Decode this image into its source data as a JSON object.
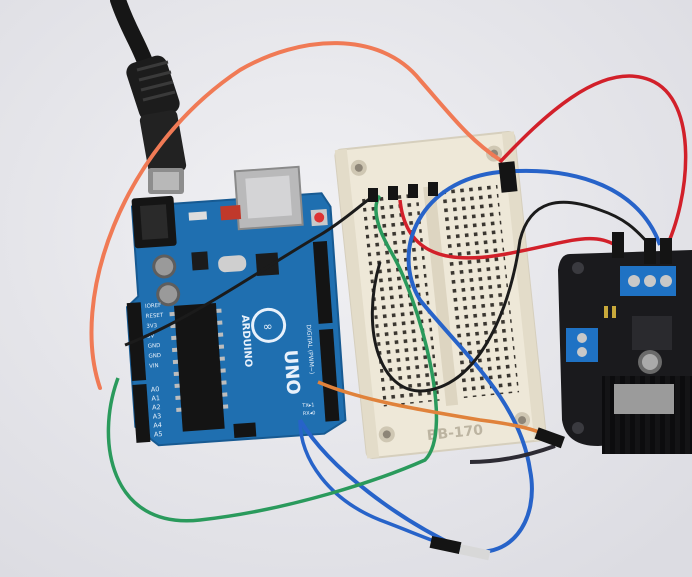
{
  "board": {
    "logo_text": "ARDUINO",
    "model_text": "UNO",
    "digital_label": "DIGITAL (PWM~)",
    "power_labels": [
      "IOREF",
      "RESET",
      "3V3",
      "5V",
      "GND",
      "GND",
      "VIN"
    ],
    "analog_labels": [
      "A0",
      "A1",
      "A2",
      "A3",
      "A4",
      "A5"
    ],
    "pin_labels": [
      "TX▸1",
      "RX◂0"
    ]
  },
  "breadboard": {
    "part_label": "BB-170"
  },
  "colors": {
    "background": "#e9e9ee",
    "arduino_pcb": "#1f6fb0",
    "breadboard": "#eee8d8",
    "driver_pcb": "#1a1a1d",
    "terminal_block": "#1f72c4",
    "heatsink": "#141416",
    "wire_orange": "#f07a55",
    "wire_red": "#d2202a",
    "wire_blue": "#2763c9",
    "wire_green": "#2a9a5c",
    "wire_black": "#1b1b1b",
    "wire_brown": "#e0823b"
  }
}
